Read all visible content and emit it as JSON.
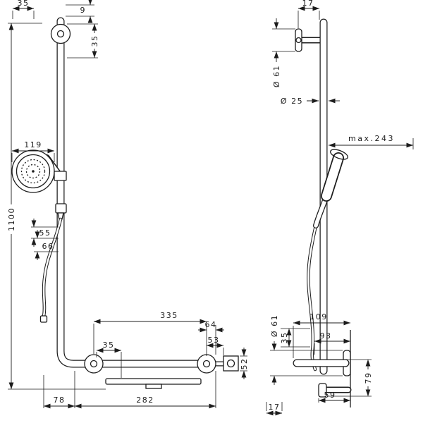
{
  "meta": {
    "title": "Shower set installation dimension drawing",
    "units": "mm"
  },
  "colors": {
    "line": "#1c1c1c",
    "background": "#ffffff"
  },
  "front_view": {
    "dims": {
      "top_offset": "35",
      "top_bracket_gap": "9",
      "top_bracket_drop": "35",
      "head_diameter": "119",
      "overall_height": "1100",
      "slider_upper": "55",
      "slider_lower": "66",
      "bar_mount_span": "335",
      "bar_end_offset": "64",
      "bar_outlet_offset": "53",
      "bar_mount_inset": "35",
      "outlet_height": "52",
      "elbow_offset": "78",
      "bar_straight_length": "282"
    }
  },
  "side_view": {
    "dims": {
      "top_wall_distance": "17",
      "top_escutcheon_dia": "Ø 61",
      "rail_dia": "Ø 25",
      "max_projection": "max.243",
      "bottom_escutcheon_dia": "Ø 61",
      "outlet_projection": "109",
      "hose_projection": "93",
      "hose_gap": "35",
      "drop_height": "79",
      "foot_projection": "59",
      "bottom_wall_distance": "17"
    }
  }
}
